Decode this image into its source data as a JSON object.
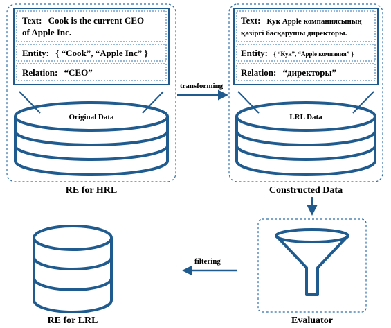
{
  "left_panel": {
    "text_prefix": "Text:",
    "text_line1": "Cook is the current CEO",
    "text_line2": "of Apple Inc.",
    "entity_prefix": "Entity:",
    "entity_value": "{ “Cook”, “Apple Inc” }",
    "relation_prefix": "Relation:",
    "relation_value": "“CEO”",
    "db_label": "Original Data",
    "caption": "RE for HRL"
  },
  "right_panel": {
    "text_prefix": "Text:",
    "text_line1": "Кук Apple компаниясының",
    "text_line2": "қазіргі басқарушы директоры.",
    "entity_prefix": "Entity:",
    "entity_value": "{ “Кук”, “Apple компания” }",
    "relation_prefix": "Relation:",
    "relation_value": "“директоры”",
    "db_label": "LRL Data",
    "caption": "Constructed Data"
  },
  "arrows": {
    "transform_label": "transforming",
    "filter_label": "filtering"
  },
  "evaluator": {
    "caption": "Evaluator"
  },
  "bottom_db": {
    "caption": "RE for LRL"
  },
  "colors": {
    "primary": "#1f5b8f",
    "dash": "#2f6fa8",
    "background": "#ffffff"
  },
  "icons": [
    "database-icon",
    "funnel-icon",
    "arrow-icon"
  ]
}
